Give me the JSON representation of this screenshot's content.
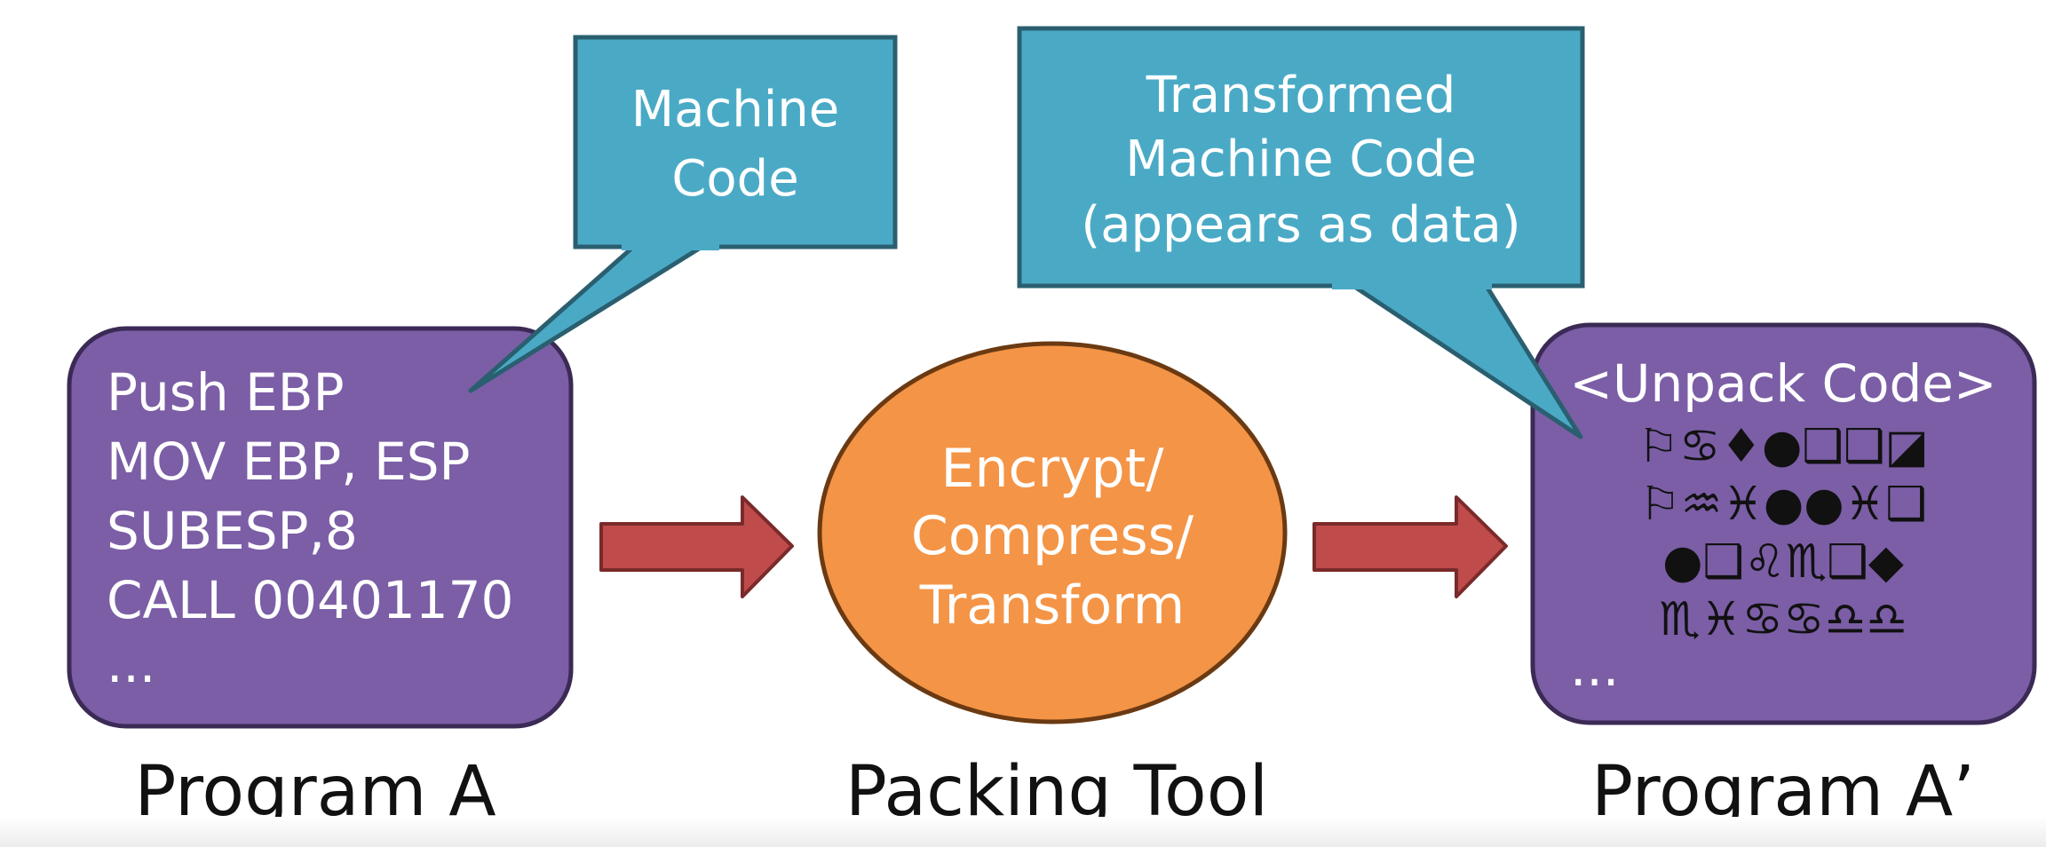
{
  "program_a": {
    "lines": [
      "Push EBP",
      "MOV EBP, ESP",
      "SUBESP,8",
      "CALL 00401170",
      "..."
    ],
    "caption": "Program A"
  },
  "callout_machine_code": {
    "lines": [
      "Machine",
      "Code"
    ]
  },
  "packing_tool": {
    "lines": [
      "Encrypt/",
      "Compress/",
      "Transform"
    ],
    "caption": "Packing Tool"
  },
  "callout_transformed": {
    "lines": [
      "Transformed",
      "Machine Code",
      "(appears as data)"
    ]
  },
  "program_a_prime": {
    "header": "<Unpack Code>",
    "glyph_rows": [
      "⚐♋♦●❑❑◪",
      "⚐♒♓●●♓❑",
      "●❑♌♏❑◆",
      "♏♓♋♋♎♎"
    ],
    "ellipsis": "...",
    "caption": "Program A’"
  },
  "colors": {
    "purple_box": "#7b5ea6",
    "purple_border": "#3b2a55",
    "callout_teal": "#4aaac6",
    "callout_border": "#2a5f70",
    "ellipse_orange": "#f49446",
    "ellipse_border": "#6b3a12",
    "arrow_red": "#bf4b4b",
    "arrow_border": "#7a2a2a"
  }
}
